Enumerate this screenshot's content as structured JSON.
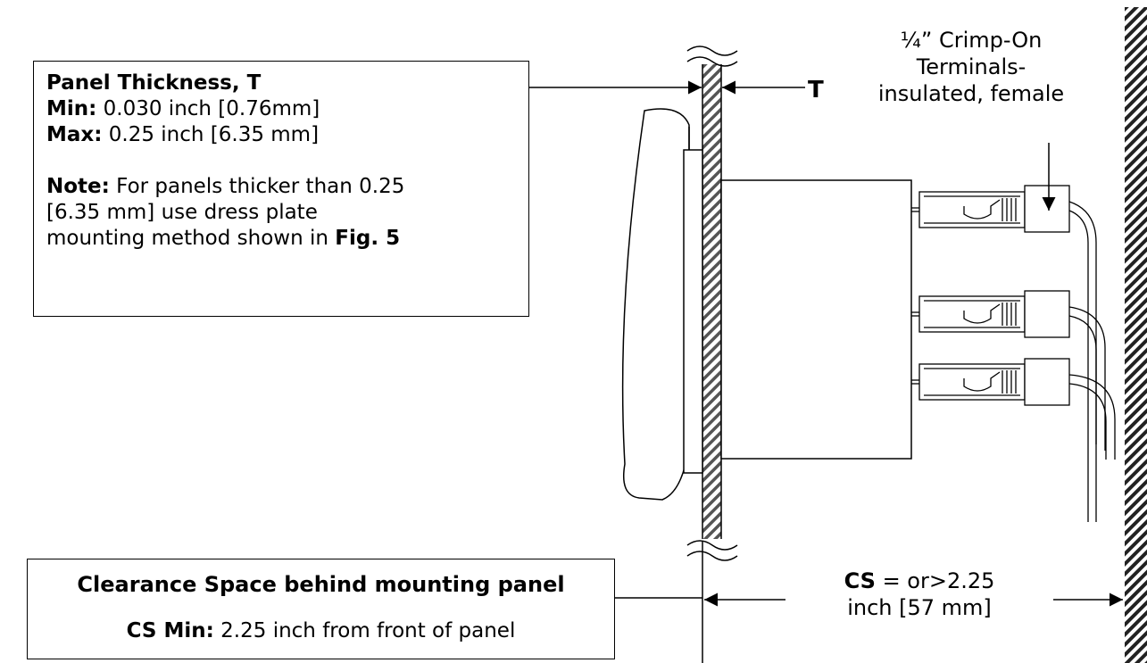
{
  "heading": "",
  "thickness_box": {
    "title": "Panel Thickness, T",
    "min_label": "Min:",
    "min_value": " 0.030 inch [0.76mm]",
    "max_label": "Max:",
    "max_value": " 0.25 inch [6.35 mm]",
    "note_label": "Note:",
    "note_line1": " For panels thicker than 0.25",
    "note_line2": "[6.35 mm] use dress plate",
    "note_line3": "mounting method shown in ",
    "note_ref": "Fig. 5"
  },
  "t_label": "T",
  "crimp_label": {
    "line1": "¼” Crimp-On",
    "line2": "Terminals-",
    "line3": "insulated, female"
  },
  "clearance_box": {
    "title": "Clearance Space behind mounting panel",
    "min_label": "CS Min:",
    "min_value": " 2.25 inch from front of panel"
  },
  "cs_label": {
    "abbr": "CS",
    "line1_rest": " = or>2.25",
    "line2": "inch [57 mm]"
  },
  "colors": {
    "line": "#000000",
    "hatch": "#555555",
    "background": "#ffffff"
  }
}
